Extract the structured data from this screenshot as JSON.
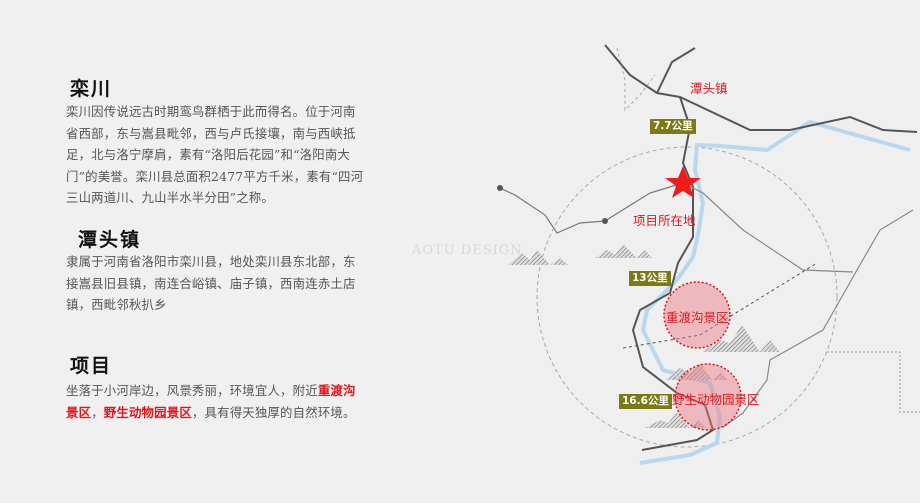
{
  "sections": [
    {
      "title": "栾川",
      "body": "栾川因传说远古时期鸾鸟群栖于此而得名。位于河南省西部，东与嵩县毗邻，西与卢氏接壤，南与西峡抵足，北与洛宁摩肩，素有“洛阳后花园”和“洛阳南大门”的美誉。栾川县总面积2477平方千米，素有“四河三山两道川、九山半水半分田”之称。"
    },
    {
      "title": "潭头镇",
      "body": "隶属于河南省洛阳市栾川县，地处栾川县东北部，东接嵩县旧县镇，南连合峪镇、庙子镇，西南连赤土店镇，西毗邻秋扒乡"
    },
    {
      "title": "项目",
      "body_parts": [
        "坐落于小河岸边，风景秀丽，环境宜人，附近",
        "重渡沟景区",
        "，",
        "野生动物园景区",
        "，具有得天独厚的自然环境。"
      ]
    }
  ],
  "watermark": "AOTU DESIGN",
  "map": {
    "town_label": "潭头镇",
    "project_label": "项目所在地",
    "distances": [
      "7.7公里",
      "13公里",
      "16.6公里"
    ],
    "scenic_areas": [
      "重渡沟景区",
      "野生动物园景区"
    ],
    "colors": {
      "accent_red": "#e0161b",
      "badge": "#7a7a16",
      "river": "#b9d7ee",
      "road": "#555555"
    }
  }
}
